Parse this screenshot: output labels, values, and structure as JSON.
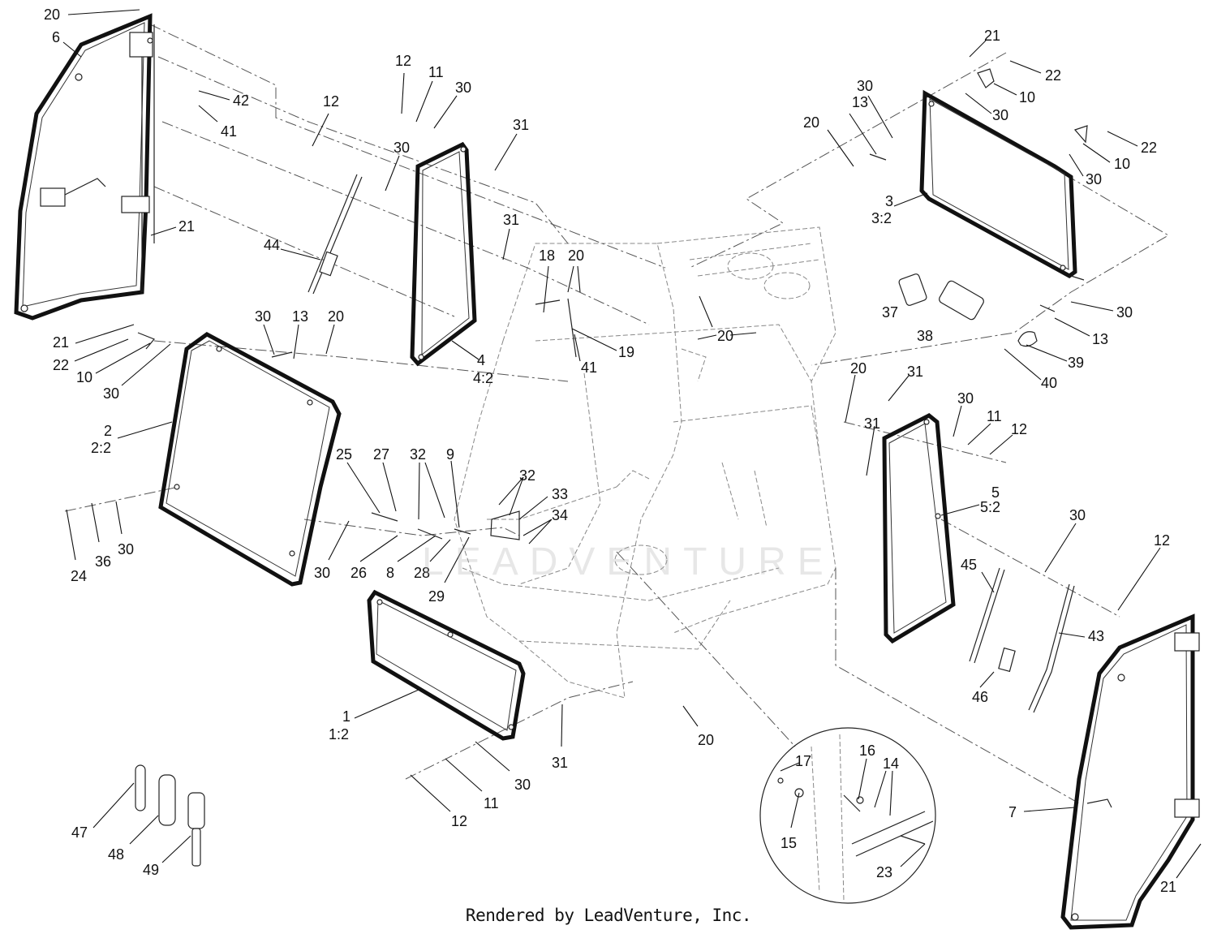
{
  "credit": "Rendered by LeadVenture, Inc.",
  "watermark": "LEADVENTURE",
  "callouts": [
    {
      "id": "c1",
      "text": "20"
    },
    {
      "id": "c2",
      "text": "6"
    },
    {
      "id": "c3",
      "text": "42"
    },
    {
      "id": "c4",
      "text": "41"
    },
    {
      "id": "c5",
      "text": "21"
    },
    {
      "id": "c6",
      "text": "12"
    },
    {
      "id": "c7",
      "text": "44"
    },
    {
      "id": "c8",
      "text": "12"
    },
    {
      "id": "c9",
      "text": "11"
    },
    {
      "id": "c10",
      "text": "30"
    },
    {
      "id": "c11",
      "text": "30"
    },
    {
      "id": "c12",
      "text": "31"
    },
    {
      "id": "c13",
      "text": "31"
    },
    {
      "id": "c14",
      "text": "18"
    },
    {
      "id": "c15",
      "text": "20"
    },
    {
      "id": "c16",
      "text": "41"
    },
    {
      "id": "c17",
      "text": "19"
    },
    {
      "id": "c18",
      "text": "4"
    },
    {
      "id": "c19",
      "text": "4:2"
    },
    {
      "id": "c20",
      "text": "20"
    },
    {
      "id": "c21",
      "text": "21"
    },
    {
      "id": "c22",
      "text": "22"
    },
    {
      "id": "c23",
      "text": "10"
    },
    {
      "id": "c24",
      "text": "30"
    },
    {
      "id": "c25",
      "text": "13"
    },
    {
      "id": "c26",
      "text": "30"
    },
    {
      "id": "c27",
      "text": "20"
    },
    {
      "id": "c28",
      "text": "22"
    },
    {
      "id": "c29",
      "text": "10"
    },
    {
      "id": "c30",
      "text": "30"
    },
    {
      "id": "c31",
      "text": "3"
    },
    {
      "id": "c32",
      "text": "3:2"
    },
    {
      "id": "c33",
      "text": "37"
    },
    {
      "id": "c34",
      "text": "38"
    },
    {
      "id": "c35",
      "text": "30"
    },
    {
      "id": "c36",
      "text": "13"
    },
    {
      "id": "c37",
      "text": "39"
    },
    {
      "id": "c38",
      "text": "40"
    },
    {
      "id": "c39",
      "text": "21"
    },
    {
      "id": "c40",
      "text": "22"
    },
    {
      "id": "c41",
      "text": "10"
    },
    {
      "id": "c42",
      "text": "30"
    },
    {
      "id": "c43",
      "text": "30"
    },
    {
      "id": "c44",
      "text": "13"
    },
    {
      "id": "c45",
      "text": "20"
    },
    {
      "id": "c46",
      "text": "2"
    },
    {
      "id": "c47",
      "text": "2:2"
    },
    {
      "id": "c48",
      "text": "25"
    },
    {
      "id": "c49",
      "text": "27"
    },
    {
      "id": "c50",
      "text": "32"
    },
    {
      "id": "c51",
      "text": "9"
    },
    {
      "id": "c52",
      "text": "32"
    },
    {
      "id": "c53",
      "text": "33"
    },
    {
      "id": "c54",
      "text": "34"
    },
    {
      "id": "c55",
      "text": "24"
    },
    {
      "id": "c56",
      "text": "36"
    },
    {
      "id": "c57",
      "text": "30"
    },
    {
      "id": "c58",
      "text": "30"
    },
    {
      "id": "c59",
      "text": "26"
    },
    {
      "id": "c60",
      "text": "8"
    },
    {
      "id": "c61",
      "text": "28"
    },
    {
      "id": "c62",
      "text": "29"
    },
    {
      "id": "c63",
      "text": "20"
    },
    {
      "id": "c64",
      "text": "31"
    },
    {
      "id": "c65",
      "text": "30"
    },
    {
      "id": "c66",
      "text": "11"
    },
    {
      "id": "c67",
      "text": "12"
    },
    {
      "id": "c68",
      "text": "31"
    },
    {
      "id": "c69",
      "text": "5"
    },
    {
      "id": "c70",
      "text": "5:2"
    },
    {
      "id": "c71",
      "text": "30"
    },
    {
      "id": "c72",
      "text": "12"
    },
    {
      "id": "c73",
      "text": "45"
    },
    {
      "id": "c74",
      "text": "43"
    },
    {
      "id": "c75",
      "text": "46"
    },
    {
      "id": "c76",
      "text": "1"
    },
    {
      "id": "c77",
      "text": "1:2"
    },
    {
      "id": "c78",
      "text": "31"
    },
    {
      "id": "c79",
      "text": "20"
    },
    {
      "id": "c80",
      "text": "30"
    },
    {
      "id": "c81",
      "text": "11"
    },
    {
      "id": "c82",
      "text": "12"
    },
    {
      "id": "c83",
      "text": "17"
    },
    {
      "id": "c84",
      "text": "16"
    },
    {
      "id": "c85",
      "text": "14"
    },
    {
      "id": "c86",
      "text": "15"
    },
    {
      "id": "c87",
      "text": "23"
    },
    {
      "id": "c88",
      "text": "7"
    },
    {
      "id": "c89",
      "text": "21"
    },
    {
      "id": "c90",
      "text": "47"
    },
    {
      "id": "c91",
      "text": "48"
    },
    {
      "id": "c92",
      "text": "49"
    },
    {
      "id": "c93",
      "text": "20"
    }
  ]
}
